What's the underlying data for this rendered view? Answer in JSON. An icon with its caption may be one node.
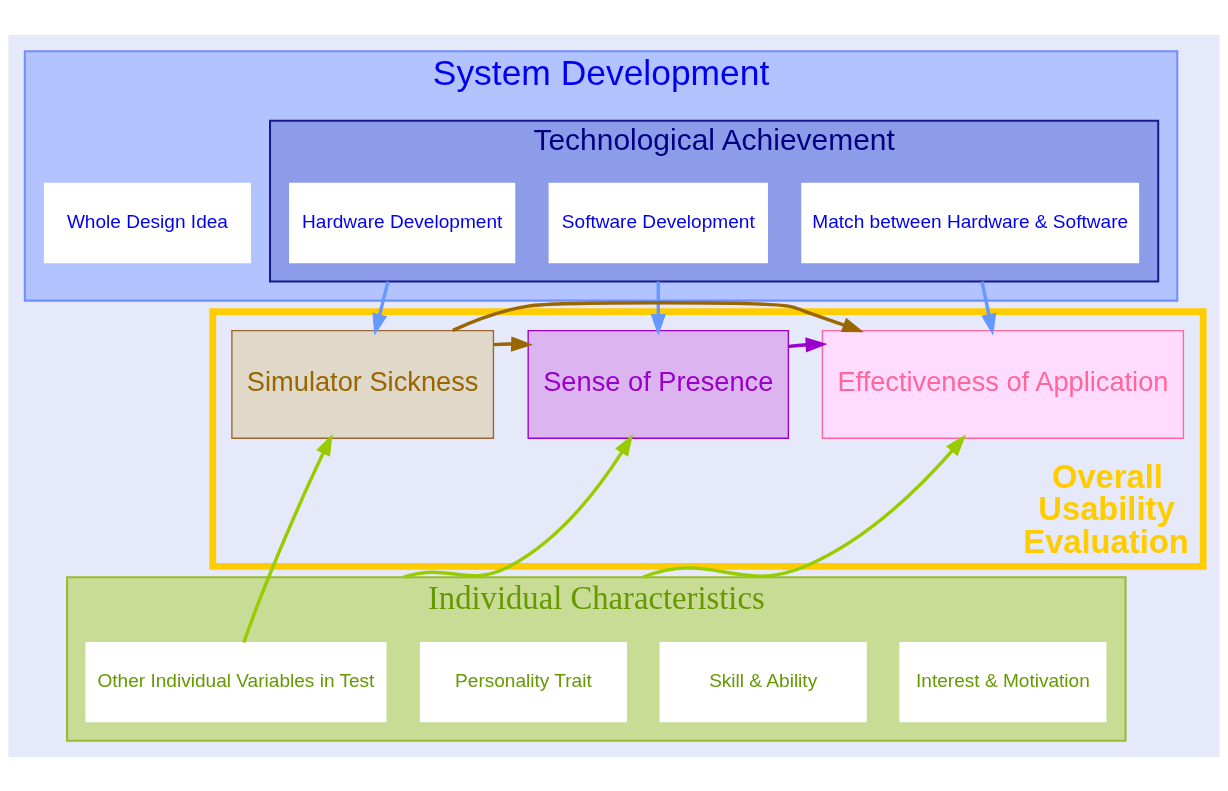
{
  "diagram": {
    "nodes": [
      {
        "text": [
          "System Development"
        ]
      },
      {
        "text": [
          "Technological Achievement"
        ],
        "in": 0
      },
      {
        "text": [
          "Hardware Development"
        ],
        "in": 1
      },
      {
        "text": [
          "Software Development"
        ],
        "in": 1
      },
      {
        "text": [
          "Match between Hardware & Software"
        ],
        "in": 1
      },
      {
        "text": [
          "Whole Design Idea"
        ],
        "in": 0
      },
      {
        "text": [
          "Overall Usability Evaluation"
        ]
      },
      {
        "text": [
          "Simulator Sickness"
        ],
        "in": 6
      },
      {
        "text": [
          "Sense of Presence"
        ],
        "in": 6
      },
      {
        "text": [
          "Effectiveness of Application"
        ],
        "in": 6
      },
      {
        "text": [
          "Individual Characteristics"
        ]
      },
      {
        "text": [
          "Other Individual Variables in Test"
        ],
        "in": 10
      },
      {
        "text": [
          "Personality Trait"
        ],
        "in": 10
      },
      {
        "text": [
          "Skill & Ability"
        ],
        "in": 10
      },
      {
        "text": [
          "Interest & Motivation"
        ],
        "in": 10
      }
    ],
    "edges": [
      {
        "from": 1,
        "to": 7,
        "arrow": "to",
        "color": "#6699ff"
      },
      {
        "from": 1,
        "to": 8,
        "arrow": "to",
        "color": "#6699ff"
      },
      {
        "from": 1,
        "to": 9,
        "arrow": "to",
        "color": "#6699ff"
      },
      {
        "from": 7,
        "to": 9,
        "arrow": "to",
        "color": "#996600"
      },
      {
        "from": 7,
        "to": 8,
        "arrow": "to",
        "color": "#996600"
      },
      {
        "from": 8,
        "to": 9,
        "arrow": "to",
        "color": "#9900cc"
      },
      {
        "from": 11,
        "to": 7,
        "arrow": "to",
        "color": "#99cc00"
      },
      {
        "from": 10,
        "to": 8,
        "arrow": "to",
        "color": "#99cc00"
      },
      {
        "from": 10,
        "to": 9,
        "arrow": "to",
        "color": "#99cc00"
      }
    ]
  }
}
